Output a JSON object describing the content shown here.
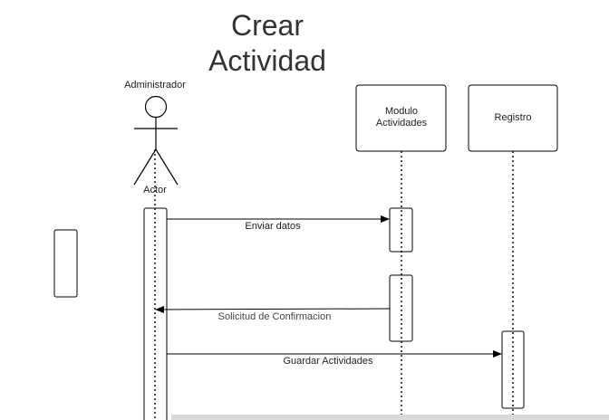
{
  "title": {
    "line1": "Crear",
    "line2": "Actividad"
  },
  "participants": {
    "actor": {
      "name": "Administrador",
      "role": "Actor"
    },
    "modulo": {
      "line1": "Modulo",
      "line2": "Actividades"
    },
    "registro": {
      "label": "Registro"
    }
  },
  "messages": [
    {
      "label": "Enviar datos",
      "from": "actor",
      "to": "modulo"
    },
    {
      "label": "Solicitud de Confirmacion",
      "from": "modulo",
      "to": "actor"
    },
    {
      "label": "Guardar Actividades",
      "from": "actor",
      "to": "registro"
    }
  ]
}
